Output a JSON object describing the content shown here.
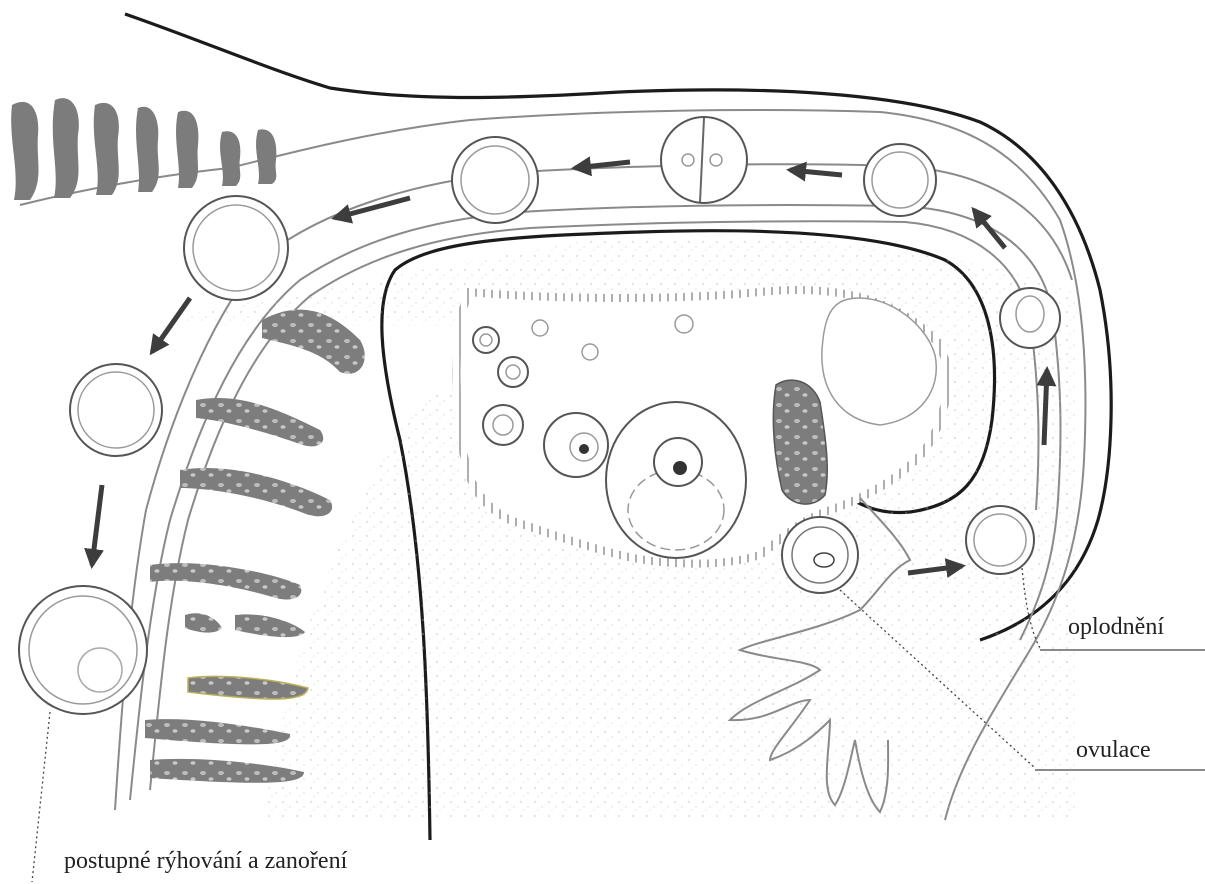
{
  "labels": {
    "fertilization": "oplodnění",
    "ovulation": "ovulace",
    "cleavage_and_implantation": "postupné rýhování a  zanoření"
  },
  "colors": {
    "outline": "#1b1b1b",
    "tissue_line": "#8a8a8a",
    "gland_fill": "#7c7c7c",
    "arrow": "#3d3d3d"
  }
}
